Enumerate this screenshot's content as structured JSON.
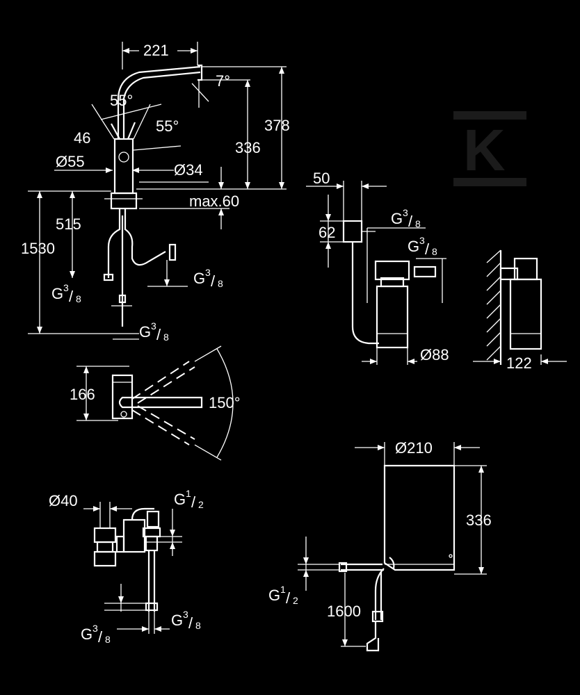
{
  "faucet": {
    "dim_221": "221",
    "angle_7": "7°",
    "angle_55a": "55°",
    "angle_55b": "55°",
    "dim_46": "46",
    "dim_d55": "Ø55",
    "dim_d34": "Ø34",
    "dim_336": "336",
    "dim_378": "378",
    "dim_max60": "max.60",
    "dim_515": "515",
    "dim_1530": "1530",
    "g38_a_main": "G",
    "g38_a_num": "3",
    "g38_a_den": "8",
    "g38_b_main": "G",
    "g38_b_num": "3",
    "g38_b_den": "8",
    "g38_c_main": "G",
    "g38_c_num": "3",
    "g38_c_den": "8"
  },
  "swivel": {
    "dim_166": "166",
    "angle_150": "150°"
  },
  "filter": {
    "dim_50": "50",
    "dim_62": "62",
    "g38_a_main": "G",
    "g38_a_num": "3",
    "g38_a_den": "8",
    "g38_b_main": "G",
    "g38_b_num": "3",
    "g38_b_den": "8",
    "dim_d88": "Ø88",
    "dim_122": "122"
  },
  "valve": {
    "dim_d40": "Ø40",
    "g12_main": "G",
    "g12_num": "1",
    "g12_den": "2",
    "g38_a_main": "G",
    "g38_a_num": "3",
    "g38_a_den": "8",
    "g38_b_main": "G",
    "g38_b_num": "3",
    "g38_b_den": "8"
  },
  "chiller": {
    "dim_d210": "Ø210",
    "dim_336": "336",
    "g12_main": "G",
    "g12_num": "1",
    "g12_den": "2",
    "dim_1600": "1600"
  },
  "watermark": {
    "letter": "K"
  }
}
